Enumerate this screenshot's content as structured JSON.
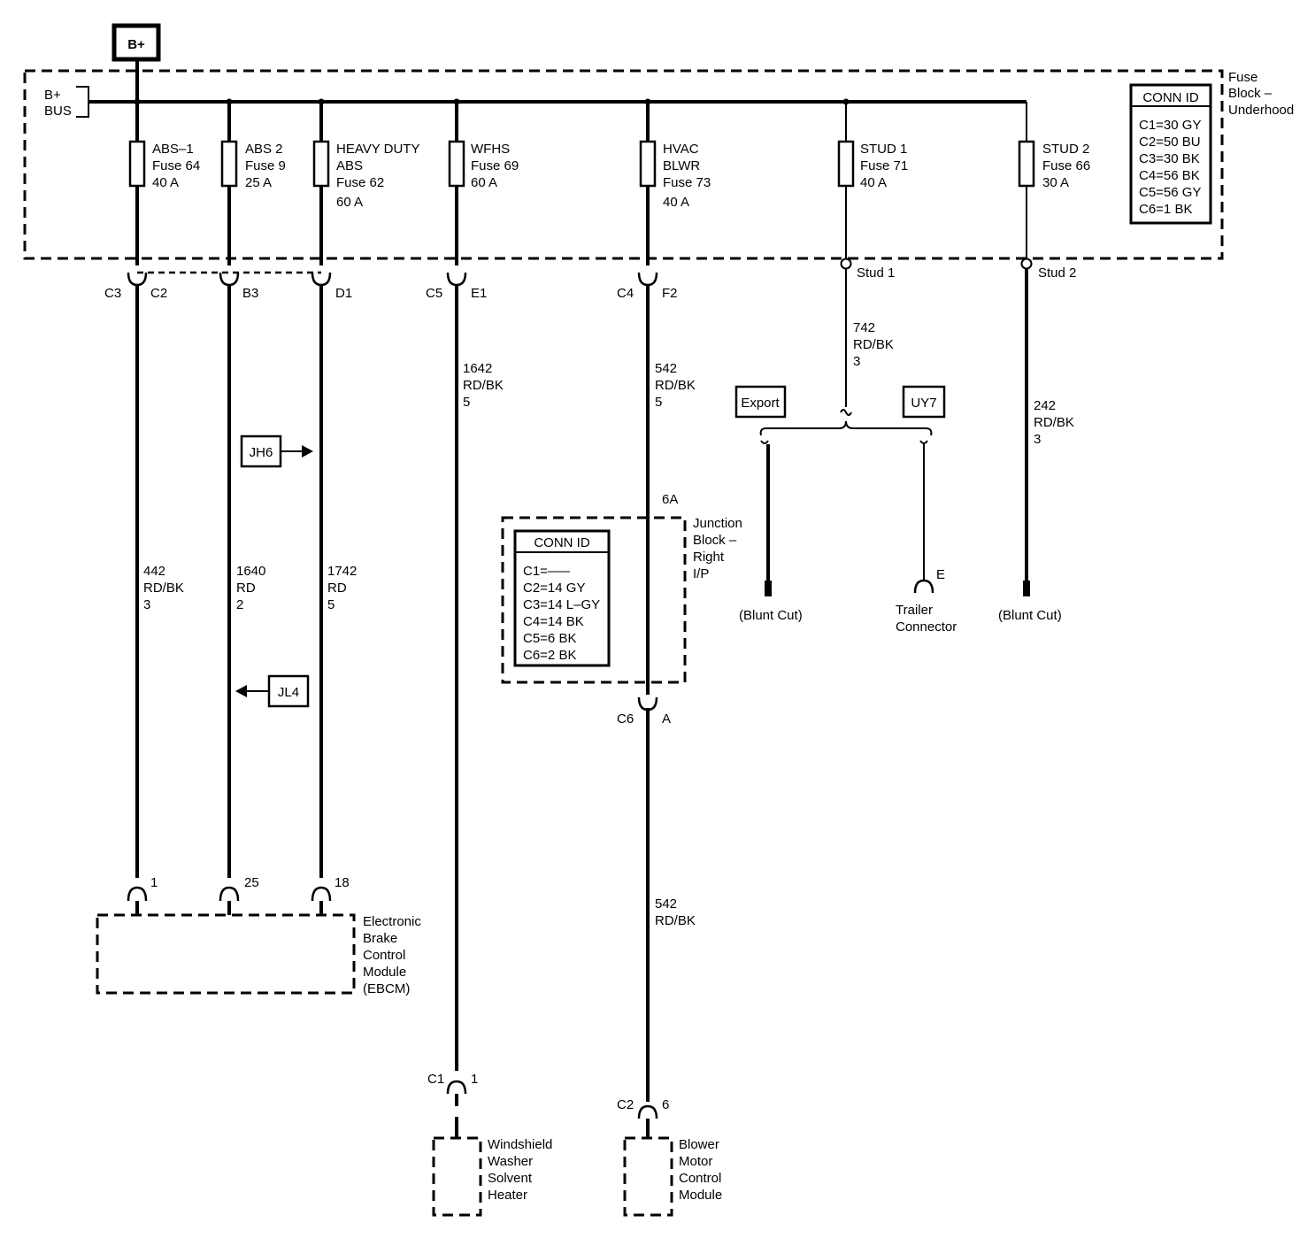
{
  "supply": {
    "label": "B+"
  },
  "fuse_block": {
    "bus_label": [
      "B+",
      "BUS"
    ],
    "name": [
      "Fuse",
      "Block –",
      "Underhood"
    ],
    "conn_id": {
      "title": "CONN ID",
      "rows": [
        "C1=30 GY",
        "C2=50 BU",
        "C3=30 BK",
        "C4=56 BK",
        "C5=56 GY",
        "C6=1 BK"
      ]
    }
  },
  "fuses": [
    {
      "lines": [
        "ABS–1",
        "Fuse 64",
        "40 A"
      ]
    },
    {
      "lines": [
        "ABS 2",
        "Fuse 9",
        "25 A"
      ]
    },
    {
      "lines": [
        "HEAVY DUTY",
        "ABS",
        "Fuse 62",
        "60 A"
      ]
    },
    {
      "lines": [
        "WFHS",
        "Fuse 69",
        "60 A"
      ]
    },
    {
      "lines": [
        "HVAC",
        "BLWR",
        "Fuse 73",
        "40 A"
      ]
    },
    {
      "lines": [
        "STUD 1",
        "Fuse 71",
        "40 A"
      ]
    },
    {
      "lines": [
        "STUD 2",
        "Fuse 66",
        "30 A"
      ]
    }
  ],
  "connectors": {
    "c3": "C3",
    "c2": "C2",
    "b3": "B3",
    "d1": "D1",
    "c5": "C5",
    "e1": "E1",
    "c4": "C4",
    "f2": "F2",
    "stud1": "Stud 1",
    "stud2": "Stud 2",
    "jb_6a": "6A",
    "jb_c6": "C6",
    "jb_a": "A",
    "ebcm_pin1": "1",
    "ebcm_pin25": "25",
    "ebcm_pin18": "18",
    "wash_c1": "C1",
    "wash_pin1": "1",
    "blow_c2": "C2",
    "blow_pin6": "6",
    "trailer_e": "E"
  },
  "wires": {
    "w442": [
      "442",
      "RD/BK",
      "3"
    ],
    "w1640": [
      "1640",
      "RD",
      "2"
    ],
    "w1742": [
      "1742",
      "RD",
      "5"
    ],
    "w1642": [
      "1642",
      "RD/BK",
      "5"
    ],
    "w542a": [
      "542",
      "RD/BK",
      "5"
    ],
    "w542b": [
      "542",
      "RD/BK"
    ],
    "w742": [
      "742",
      "RD/BK",
      "3"
    ],
    "w242": [
      "242",
      "RD/BK",
      "3"
    ]
  },
  "references": {
    "jh6": "JH6",
    "jl4": "JL4",
    "export": "Export",
    "uy7": "UY7"
  },
  "junction_block": {
    "name": [
      "Junction",
      "Block –",
      "Right",
      "I/P"
    ],
    "conn_id": {
      "title": "CONN ID",
      "rows": [
        "C1=–––",
        "C2=14 GY",
        "C3=14 L–GY",
        "C4=14 BK",
        "C5=6 BK",
        "C6=2 BK"
      ]
    }
  },
  "components": {
    "ebcm": [
      "Electronic",
      "Brake",
      "Control",
      "Module",
      "(EBCM)"
    ],
    "washer_heater": [
      "Windshield",
      "Washer",
      "Solvent",
      "Heater"
    ],
    "blower_module": [
      "Blower",
      "Motor",
      "Control",
      "Module"
    ],
    "blunt_cut_1": "(Blunt Cut)",
    "blunt_cut_2": "(Blunt Cut)",
    "trailer_connector": [
      "Trailer",
      "Connector"
    ]
  }
}
